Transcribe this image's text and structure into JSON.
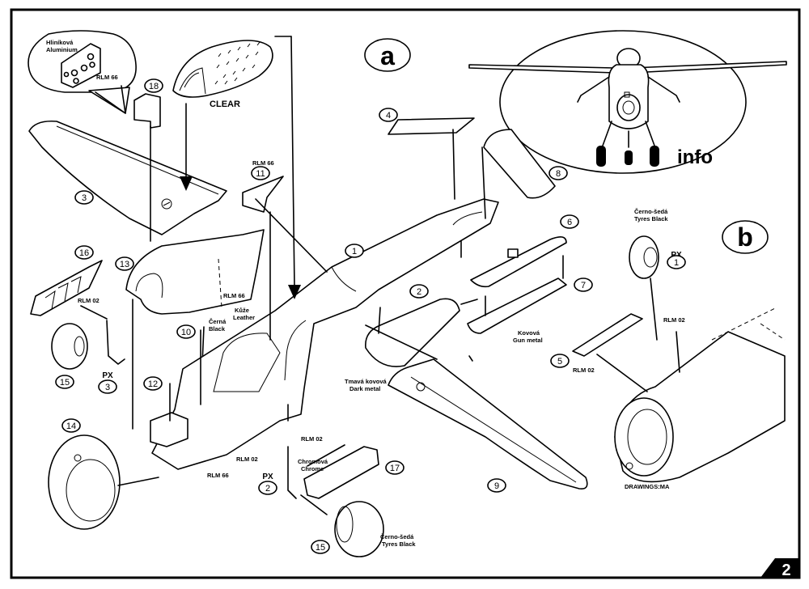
{
  "steps": {
    "a": "a",
    "b": "b"
  },
  "info_label": "info",
  "clear_label": "CLEAR",
  "credit": "DRAWINGS:MA",
  "page_number": "2",
  "parts": [
    "1",
    "2",
    "3",
    "4",
    "5",
    "6",
    "7",
    "8",
    "9",
    "10",
    "11",
    "12",
    "13",
    "14",
    "15",
    "15",
    "16",
    "17",
    "18"
  ],
  "callouts": {
    "inset_alu_1": "Hliníková",
    "inset_alu_2": "Aluminium",
    "inset_rlm66": "RLM 66",
    "rlm66_11": "RLM 66",
    "rlm02_16": "RLM 02",
    "rlm66_13": "RLM 66",
    "leather_1": "Kůže",
    "leather_2": "Leather",
    "black_1": "Černá",
    "black_2": "Black",
    "px3_a": "PX",
    "px3_b": "3",
    "rlm66_body": "RLM 66",
    "rlm02_body": "RLM 02",
    "rlm02_leg": "RLM 02",
    "chrome_1": "Chromová",
    "chrome_2": "Chrome",
    "px2_a": "PX",
    "px2_b": "2",
    "tyre15_1": "Černo-šedá",
    "tyre15_2": "Tyres Black",
    "darkmetal_1": "Tmavá kovová",
    "darkmetal_2": "Dark metal",
    "gunmetal_1": "Kovová",
    "gunmetal_2": "Gun metal",
    "rlm02_5": "RLM 02",
    "tyreb_1": "Černo-šedá",
    "tyreb_2": "Tyres Black",
    "pxb_a": "PX",
    "pxb_b": "1",
    "rlm02_b": "RLM 02"
  }
}
